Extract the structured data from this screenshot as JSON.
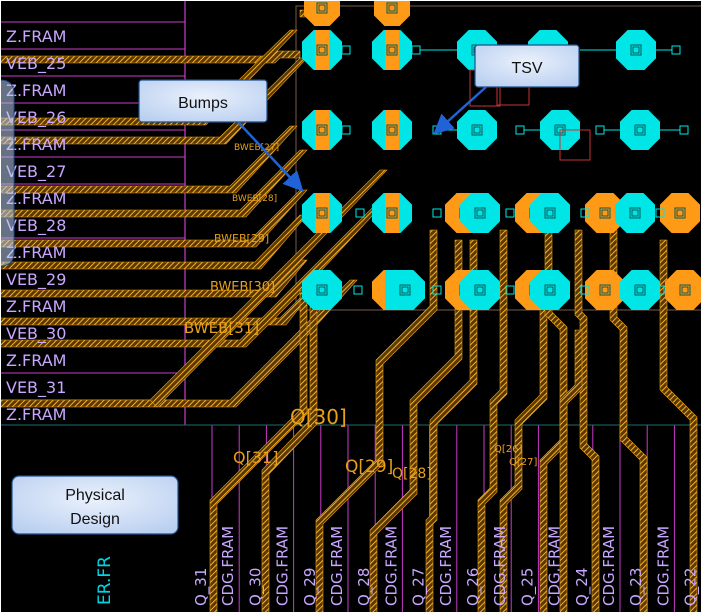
{
  "pin_labels_left": [
    "Z.FRAM",
    "VEB_25",
    "Z.FRAM",
    "VEB_26",
    "Z.FRAM",
    "VEB_27",
    "Z.FRAM",
    "VEB_28",
    "Z.FRAM",
    "VEB_29",
    "Z.FRAM",
    "VEB_30",
    "Z.FRAM",
    "VEB_31",
    "Z.FRAM"
  ],
  "bottom_labels": [
    "Q_31",
    "CDG.FRAM",
    "Q_30",
    "CDG.FRAM",
    "Q_29",
    "CDG.FRAM",
    "Q_28",
    "CDG.FRAM",
    "Q_27",
    "CDG.FRAM",
    "Q_26",
    "CDG.FRAM",
    "Q_25",
    "CDG.FRAM",
    "Q_24",
    "CDG.FRAM",
    "Q_23",
    "CDG.FRAM",
    "Q_22"
  ],
  "bottom_left_label": "ER.FR",
  "net_labels": {
    "bweb27": "BWEB[27]",
    "bweb28": "BWEB[28]",
    "bweb29": "BWEB[29]",
    "bweb30": "BWEB[30]",
    "bweb31": "BWEB[31]",
    "q31": "Q[31]",
    "q30": "Q[30]",
    "q29": "Q[29]",
    "q28": "Q[28]",
    "q26": "Q[26]",
    "q27": "Q[27]"
  },
  "callouts": {
    "bumps": "Bumps",
    "tsv": "TSV",
    "physical_design_line1": "Physical",
    "physical_design_line2": "Design"
  },
  "colors": {
    "background": "#000000",
    "trace": "#e8a019",
    "bump_cyan": "#00e6e6",
    "bump_orange": "#ff9a16",
    "pin_text": "#c9a6ff",
    "grid": "#c83cc8",
    "callout_fill": "#c8daf4",
    "arrow": "#1f63d6"
  }
}
